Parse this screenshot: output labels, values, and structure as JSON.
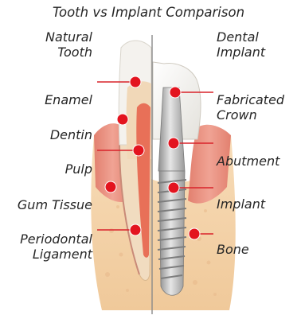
{
  "title": "Tooth vs Implant Comparison",
  "headers": {
    "natural_line1": "Natural",
    "natural_line2": "Tooth",
    "implant_line1": "Dental",
    "implant_line2": "Implant"
  },
  "left_labels": {
    "enamel": "Enamel",
    "dentin": "Dentin",
    "pulp": "Pulp",
    "gum_tissue": "Gum Tissue",
    "periodontal_line1": "Periodontal",
    "periodontal_line2": "Ligament"
  },
  "right_labels": {
    "crown_line1": "Fabricated",
    "crown_line2": "Crown",
    "abutment": "Abutment",
    "implant": "Implant",
    "bone": "Bone"
  },
  "colors": {
    "marker": "#e3141f",
    "leader": "#d9232a",
    "gum": "#e98d7e",
    "bone": "#f3cfa3",
    "enamel": "#f2f1ec",
    "dentin": "#f1dcc0",
    "pulp": "#e86a4f",
    "titanium": "#b8b8b8"
  }
}
